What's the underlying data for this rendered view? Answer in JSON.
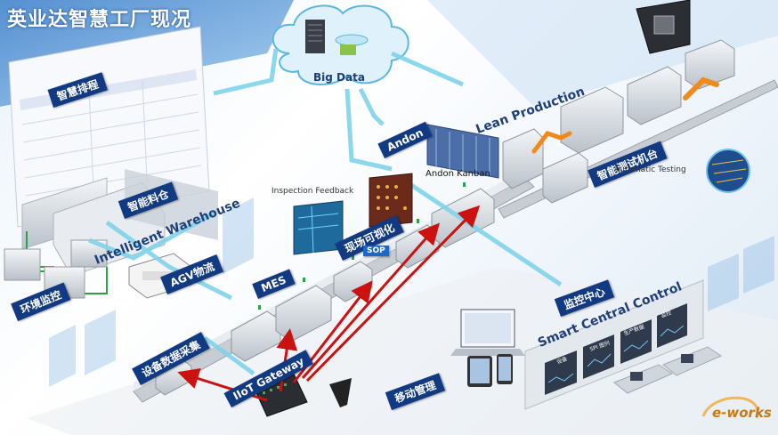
{
  "title": "英业达智慧工厂现况",
  "cloud": {
    "label": "Big Data"
  },
  "tags": {
    "scheduling": "智慧排程",
    "warehouse_cn": "智能料仓",
    "env": "环境监控",
    "agv": "AGV物流",
    "mes": "MES",
    "data_collect": "设备数据采集",
    "gateway": "IIoT Gateway",
    "visual": "现场可视化",
    "sop": "SOP",
    "mobile": "移动管理",
    "control_cn": "监控中心",
    "andon": "Andon",
    "testing_cn": "智能测试机台"
  },
  "labels": {
    "warehouse_en": "Intelligent Warehouse",
    "lean": "Lean Production",
    "control_en": "Smart Central Control",
    "inspection": "Inspection Feedback",
    "andon_kanban": "Andon Kanban",
    "auto_testing": "Automatic Testing",
    "watermark": "e-works"
  },
  "screens": {
    "spi": "SPI 图列",
    "prod": "生产数据",
    "equip": "设备",
    "mon": "监控"
  },
  "colors": {
    "tag_bg": "#123a82",
    "arrow": "#cc1111",
    "flow": "#7fd3ea",
    "title": "#ffffff"
  }
}
